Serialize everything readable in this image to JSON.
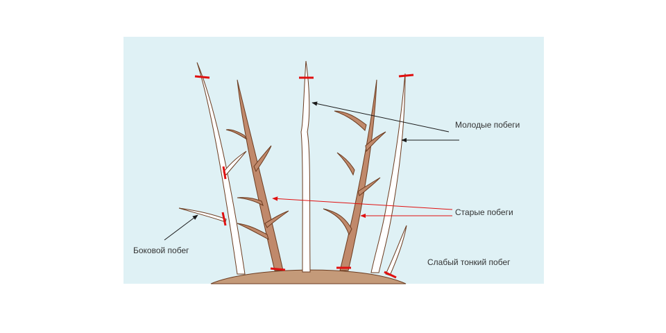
{
  "colors": {
    "sky": "#dff1f5",
    "soil": "#c49a79",
    "old_shoot_fill": "#c0896b",
    "old_shoot_stroke": "#6b3b1f",
    "young_shoot_fill": "#ffffff",
    "young_shoot_stroke": "#6b3b1f",
    "cut_mark": "#e01010",
    "black_arrow": "#1a1a1a",
    "red_arrow": "#e01010",
    "text": "#333333"
  },
  "labels": {
    "young_shoots": "Молодые побеги",
    "old_shoots": "Старые побеги",
    "side_shoot": "Боковой побег",
    "weak_shoot": "Слабый тонкий побег"
  }
}
